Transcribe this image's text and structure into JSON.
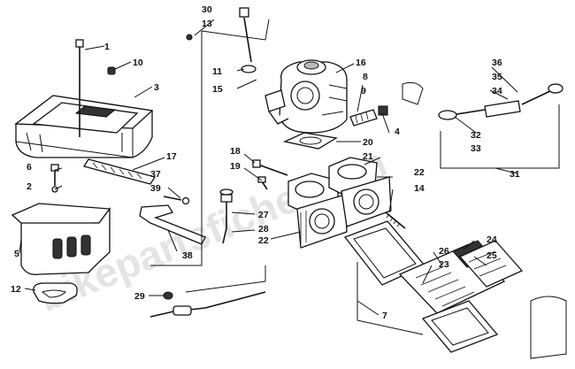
{
  "watermark": "bikepartsfiche.com",
  "callouts": [
    {
      "id": "c30",
      "text": "30"
    },
    {
      "id": "c13",
      "text": "13"
    },
    {
      "id": "c1",
      "text": "1"
    },
    {
      "id": "c10",
      "text": "10"
    },
    {
      "id": "c3",
      "text": "3"
    },
    {
      "id": "c11",
      "text": "11"
    },
    {
      "id": "c15",
      "text": "15"
    },
    {
      "id": "c16",
      "text": "16"
    },
    {
      "id": "c8",
      "text": "8"
    },
    {
      "id": "c9",
      "text": "9"
    },
    {
      "id": "c36",
      "text": "36"
    },
    {
      "id": "c35",
      "text": "35"
    },
    {
      "id": "c34",
      "text": "34"
    },
    {
      "id": "c4",
      "text": "4"
    },
    {
      "id": "c32",
      "text": "32"
    },
    {
      "id": "c33",
      "text": "33"
    },
    {
      "id": "c20",
      "text": "20"
    },
    {
      "id": "c17",
      "text": "17"
    },
    {
      "id": "c6",
      "text": "6"
    },
    {
      "id": "c2",
      "text": "2"
    },
    {
      "id": "c37",
      "text": "37"
    },
    {
      "id": "c39",
      "text": "39"
    },
    {
      "id": "c18",
      "text": "18"
    },
    {
      "id": "c19",
      "text": "19"
    },
    {
      "id": "c21",
      "text": "21"
    },
    {
      "id": "c22a",
      "text": "22"
    },
    {
      "id": "c14",
      "text": "14"
    },
    {
      "id": "c31",
      "text": "31"
    },
    {
      "id": "c27",
      "text": "27"
    },
    {
      "id": "c28",
      "text": "28"
    },
    {
      "id": "c22b",
      "text": "22"
    },
    {
      "id": "c38",
      "text": "38"
    },
    {
      "id": "c5",
      "text": "5"
    },
    {
      "id": "c12",
      "text": "12"
    },
    {
      "id": "c29",
      "text": "29"
    },
    {
      "id": "c24",
      "text": "24"
    },
    {
      "id": "c26",
      "text": "26"
    },
    {
      "id": "c25",
      "text": "25"
    },
    {
      "id": "c23",
      "text": "23"
    },
    {
      "id": "c7",
      "text": "7"
    }
  ]
}
